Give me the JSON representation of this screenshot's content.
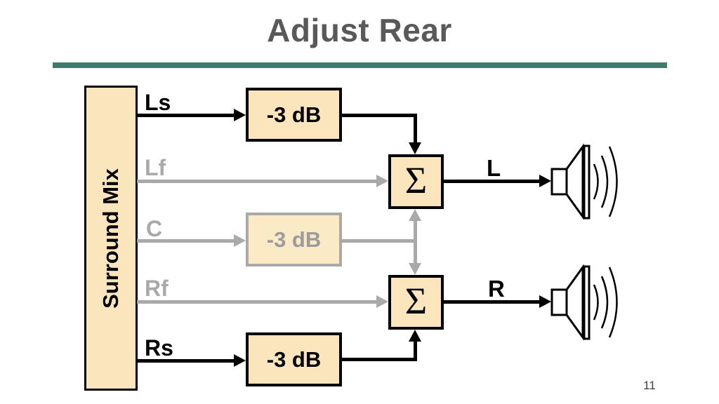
{
  "title": "Adjust Rear",
  "page_number": "11",
  "source": {
    "label": "Surround Mix"
  },
  "channels": [
    {
      "label": "Ls",
      "state": "active",
      "path": "Ls -> -3 dB -> sum L"
    },
    {
      "label": "Lf",
      "state": "dimmed",
      "path": "Lf -> sum L"
    },
    {
      "label": "C",
      "state": "dimmed",
      "path": "C -> -3 dB -> sum L and sum R"
    },
    {
      "label": "Rf",
      "state": "dimmed",
      "path": "Rf -> sum R"
    },
    {
      "label": "Rs",
      "state": "active",
      "path": "Rs -> -3 dB -> sum R"
    }
  ],
  "gain_boxes": [
    {
      "label": "-3 dB",
      "channel": "Ls",
      "state": "active"
    },
    {
      "label": "-3 dB",
      "channel": "C",
      "state": "dimmed"
    },
    {
      "label": "-3 dB",
      "channel": "Rs",
      "state": "active"
    }
  ],
  "summers": [
    {
      "symbol": "Σ",
      "output": "L"
    },
    {
      "symbol": "Σ",
      "output": "R"
    }
  ],
  "outputs": [
    {
      "label": "L"
    },
    {
      "label": "R"
    }
  ],
  "colors": {
    "accent_rule": "#3A7C6E",
    "title_gray": "#595959",
    "box_fill": "#FAE5BC",
    "faded_fill": "#FBEAC6",
    "gray": "#A9A9A9"
  }
}
